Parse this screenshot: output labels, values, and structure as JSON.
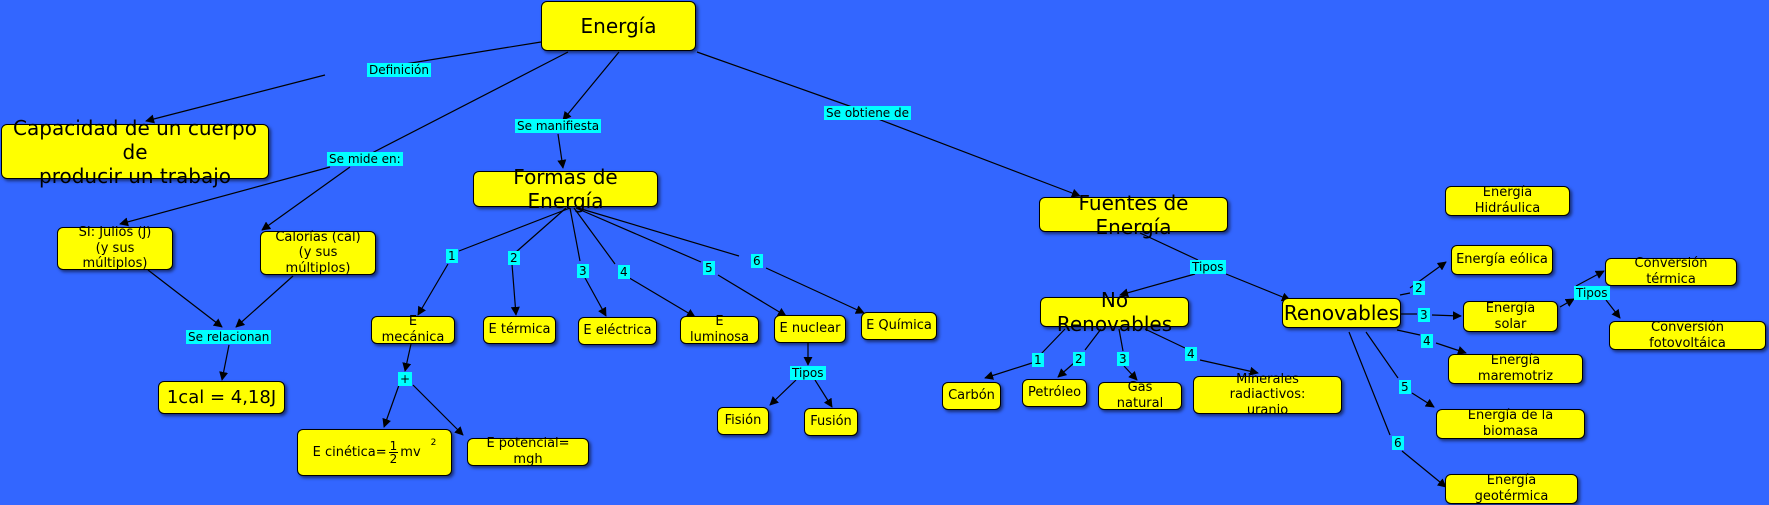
{
  "diagram": {
    "root": "Energía",
    "definicion_label": "Definición",
    "definicion": "Capacidad de un cuerpo de\nproducir un trabajo",
    "se_mide_label": "Se mide en:",
    "si": "SI: Julios (J)\n(y sus múltiplos)",
    "calorias": "Calorías (cal)\n(y sus múltiplos)",
    "se_relacionan_label": "Se relacionan",
    "equivalencia": "1cal = 4,18J",
    "se_manifiesta_label": "Se manifiesta",
    "formas": "Formas de Energía",
    "formas_nums": [
      "1",
      "2",
      "3",
      "4",
      "5",
      "6"
    ],
    "e_mecanica": "E mecánica",
    "e_termica": "E térmica",
    "e_electrica": "E eléctrica",
    "e_luminosa": "E luminosa",
    "e_nuclear": "E nuclear",
    "e_quimica": "E Química",
    "plus_label": "+",
    "e_cinetica_prefix": "E cinética=",
    "e_cinetica_num": "1",
    "e_cinetica_den": "2",
    "e_cinetica_suffix": "mv",
    "e_cinetica_exp": "2",
    "e_potencial": "E potencial= mgh",
    "tipos_nuclear_label": "Tipos",
    "fision": "Fisión",
    "fusion": "Fusión",
    "se_obtiene_label": "Se obtiene de",
    "fuentes": "Fuentes de Energía",
    "tipos_fuentes_label": "Tipos",
    "no_renovables": "No Renovables",
    "renovables": "Renovables",
    "nr_nums": [
      "1",
      "2",
      "3",
      "4"
    ],
    "carbon": "Carbón",
    "petroleo": "Petróleo",
    "gas_natural": "Gas natural",
    "minerales": "Minerales radiactivos:\nuranio",
    "r_nums": [
      "2",
      "3",
      "4",
      "5",
      "6"
    ],
    "hidraulica": "Energía Hidráulica",
    "eolica": "Energía eólica",
    "solar": "Energía solar",
    "maremotriz": "Energía maremotriz",
    "biomasa": "Energía de la biomasa",
    "geotermica": "Energía geotérmica",
    "tipos_solar_label": "Tipos",
    "conv_termica": "Conversión térmica",
    "conv_fotovoltaica": "Conversión fotovoltáica"
  }
}
